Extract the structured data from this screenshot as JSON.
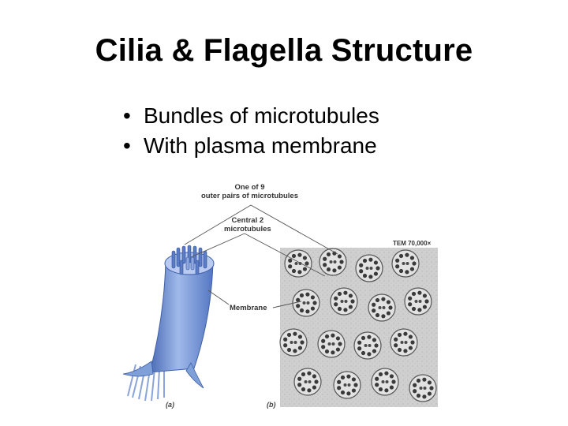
{
  "slide": {
    "title": "Cilia & Flagella Structure",
    "bullets": [
      {
        "marker": "•",
        "text": "Bundles of microtubules"
      },
      {
        "marker": "•",
        "text": "With plasma membrane"
      }
    ]
  },
  "figure": {
    "labels": {
      "outer_pairs_line1": "One of 9",
      "outer_pairs_line2": "outer pairs of microtubules",
      "central_line1": "Central 2",
      "central_line2": "microtubules",
      "membrane": "Membrane",
      "magnification": "TEM 70,000×",
      "panel_a": "(a)",
      "panel_b": "(b)"
    },
    "colors": {
      "cilium_blue": "#7f9fd9",
      "cilium_dark": "#4a6bb5",
      "micrograph_bg": "#c9c9c9"
    }
  }
}
